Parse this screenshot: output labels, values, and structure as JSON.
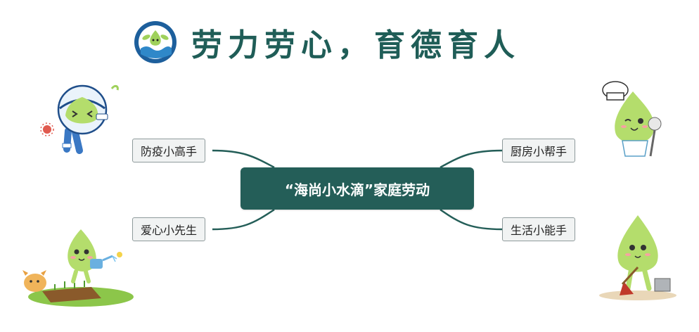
{
  "title": "劳力劳心，育德育人",
  "center_topic": "“海尚小水滴”家庭劳动",
  "branches": {
    "top_left": "防疫小高手",
    "bottom_left": "爱心小先生",
    "top_right": "厨房小帮手",
    "bottom_right": "生活小能手"
  },
  "colors": {
    "theme": "#245e58",
    "title": "#1f5d57",
    "leaf_border": "#8e9a9b",
    "leaf_fill": "#f1f3f3",
    "mascot_green": "#b4dd6c"
  },
  "icons": {
    "logo": "school-logo-icon",
    "top_left": "astronaut-droplet-mascot",
    "bottom_left": "gardening-droplet-mascot",
    "top_right": "chef-droplet-mascot",
    "bottom_right": "sweeping-droplet-mascot"
  }
}
